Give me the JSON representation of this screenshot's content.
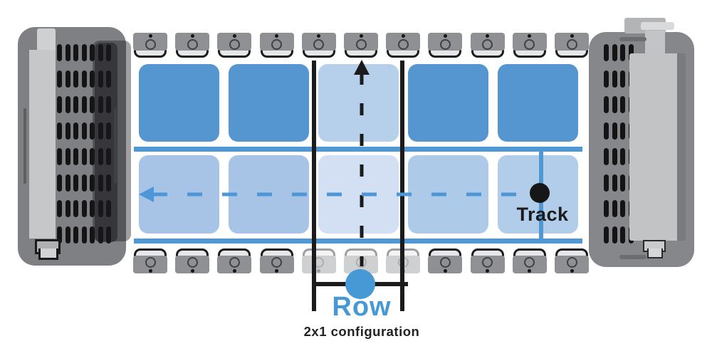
{
  "diagram": {
    "type": "solar-tracker-row-layout",
    "labels": {
      "track": "Track",
      "row": "Row",
      "config": "2x1 configuration"
    },
    "grid": {
      "columns": 5,
      "rows": 2,
      "top_row_colors": [
        "#5596d1",
        "#5596d1",
        "#b6cfeb",
        "#5596d1",
        "#5596d1"
      ],
      "bottom_row_colors": [
        "#a7c4e6",
        "#a7c4e6",
        "#d3dff2",
        "#aecae9",
        "#b1cdea"
      ]
    },
    "clamps": {
      "top_count": 11,
      "bottom_count": 11,
      "bottom_faded_indices": [
        4,
        5,
        6
      ]
    },
    "markers": {
      "track_point": "black-dot",
      "row_point": "blue-dot",
      "row_axis_arrow": "dashed-up",
      "track_axis_arrow": "dashed-left"
    }
  },
  "colors": {
    "module_dark_blue": "#5596d1",
    "module_mid_blue": "#a7c4e6",
    "module_light_blue": "#b6cfeb",
    "module_pale_blue": "#d3dff2",
    "tube_blue": "#4f97d5",
    "row_accent_blue": "#4799d6",
    "ink_black": "#1b1b1b",
    "machine_gray": "#7e8083",
    "machine_light_gray": "#c6c7c9",
    "clamp_gray": "#8e9093",
    "clamp_flap_gray": "#e6e7e8"
  }
}
